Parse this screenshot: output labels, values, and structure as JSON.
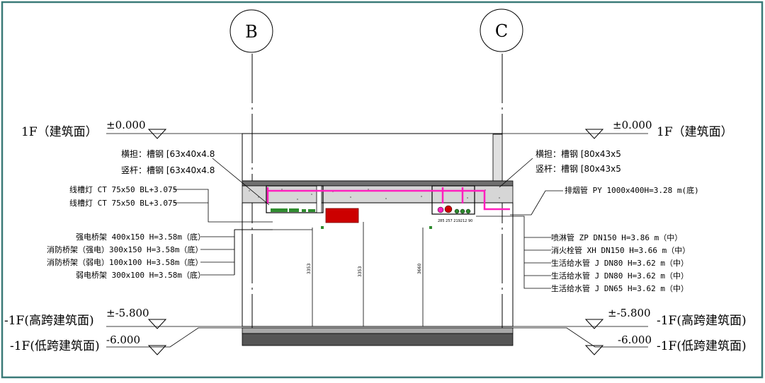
{
  "axes": {
    "left": "B",
    "right": "C"
  },
  "levels": {
    "floor1_label": "1F（建筑面）",
    "floor1_elev": "±0.000",
    "b1_high_label": "-1F(高跨建筑面)",
    "b1_high_elev": "±-5.800",
    "b1_low_label": "-1F(低跨建筑面)",
    "b1_low_elev": "-6.000"
  },
  "hangers": {
    "left": {
      "beam": "横担：槽钢 [63x40x4.8",
      "post": "竖杆：槽钢 [63x40x4.8"
    },
    "right": {
      "beam": "横担：槽钢 [80x43x5",
      "post": "竖杆：槽钢 [80x43x5"
    }
  },
  "left_labels": [
    "线槽灯 CT 75x50 BL+3.075",
    "线槽灯 CT 75x50 BL+3.075",
    "强电桥架 400x150 H=3.58m（底）",
    "消防桥架（强电）300x150 H=3.58m（底）",
    "消防桥架（弱电）100x100 H=3.58m（底）",
    "弱电桥架 300x100 H=3.58m（底）"
  ],
  "right_labels": {
    "smoke": "排烟管 PY 1000x400H=3.28 m(底)",
    "pipes": [
      "喷淋管 ZP DN150  H=3.86 m（中）",
      "消火栓管 XH DN150  H=3.66 m（中）",
      "生活给水管 J DN80  H=3.62 m（中）",
      "生活给水管 J DN80  H=3.62 m（中）",
      "生活给水管 J DN65  H=3.62 m（中）"
    ]
  },
  "dims": {
    "d1": "3353",
    "d2": "3353",
    "d3": "3660"
  },
  "colors": {
    "frame": "#3a7a78",
    "pink": "#ff1fbe",
    "red": "#cc0000",
    "green": "#2e8b2e",
    "slab": "#d6d6d6",
    "floor": "#555555"
  }
}
